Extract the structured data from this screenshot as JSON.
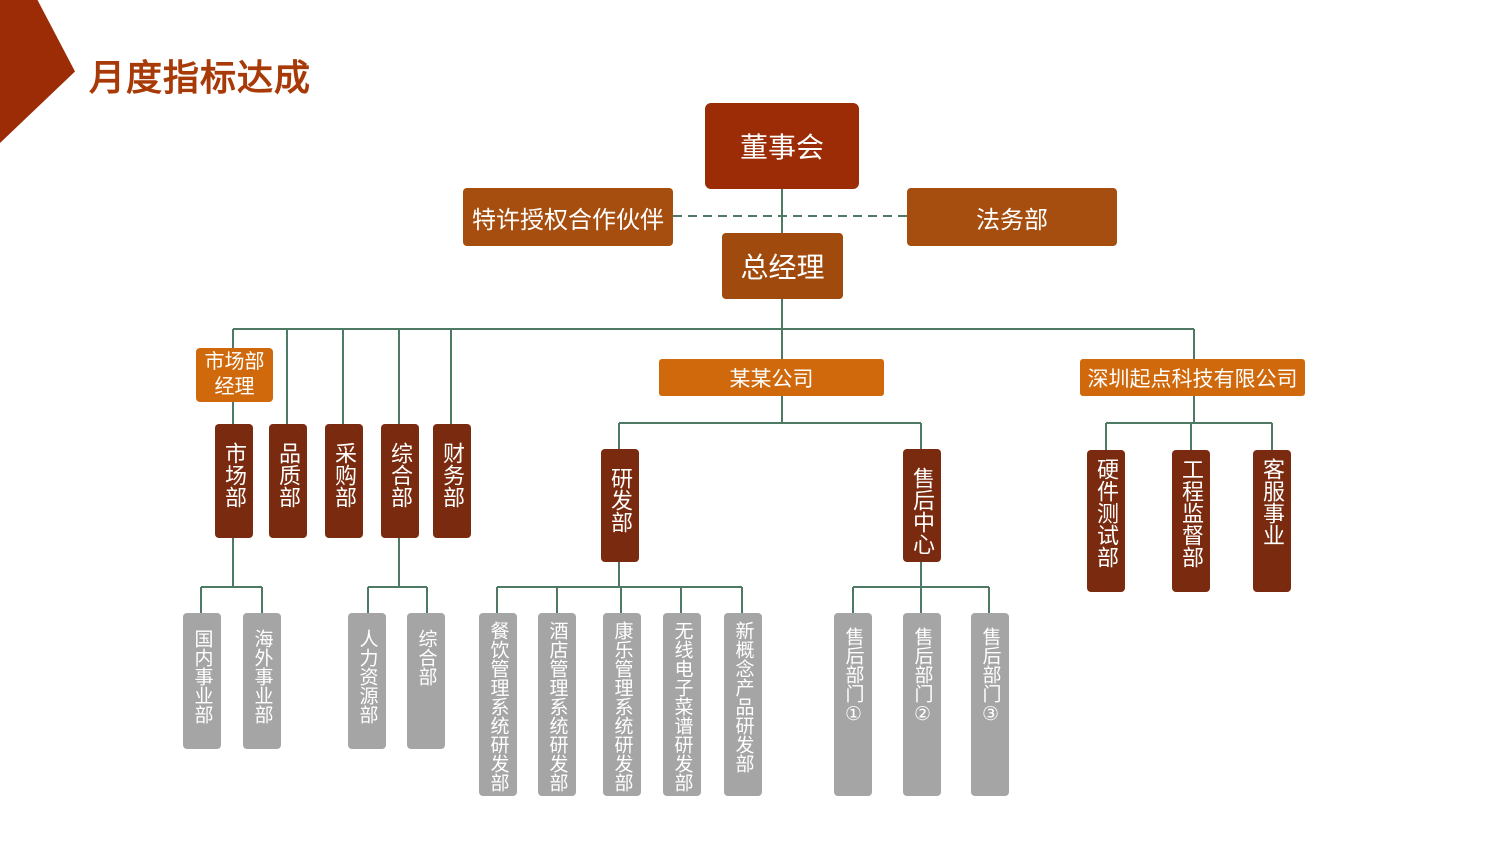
{
  "page": {
    "title": "月度指标达成"
  },
  "org": {
    "board": "董事会",
    "partner": "特许授权合作伙伴",
    "legal": "法务部",
    "gm": "总经理",
    "market_manager": "市场部\n经理",
    "company_a": "某某公司",
    "company_b": "深圳起点科技有限公司",
    "left_depts": [
      "市场部",
      "品质部",
      "采购部",
      "综合部",
      "财务部"
    ],
    "mid_depts": [
      "研发部",
      "售后中心"
    ],
    "right_depts": [
      "硬件测试部",
      "工程监督部",
      "客服事业"
    ],
    "market_subs": [
      "国内事业部",
      "海外事业部"
    ],
    "general_subs": [
      "人力资源部",
      "综合部"
    ],
    "rd_subs": [
      "餐饮管理系统研发部",
      "酒店管理系统研发部",
      "康乐管理系统研发部",
      "无线电子菜谱研发部",
      "新概念产品研发部"
    ],
    "service_subs": [
      "售后部门①",
      "售后部门②",
      "售后部门③"
    ]
  },
  "colors": {
    "title": "#a83a08",
    "board": "#9b2c05",
    "partner": "#a64e0f",
    "gm": "#a04a0e",
    "company": "#d0680c",
    "dept": "#7a2a0e",
    "sub": "#a5a5a5",
    "line": "#4e7a63"
  }
}
